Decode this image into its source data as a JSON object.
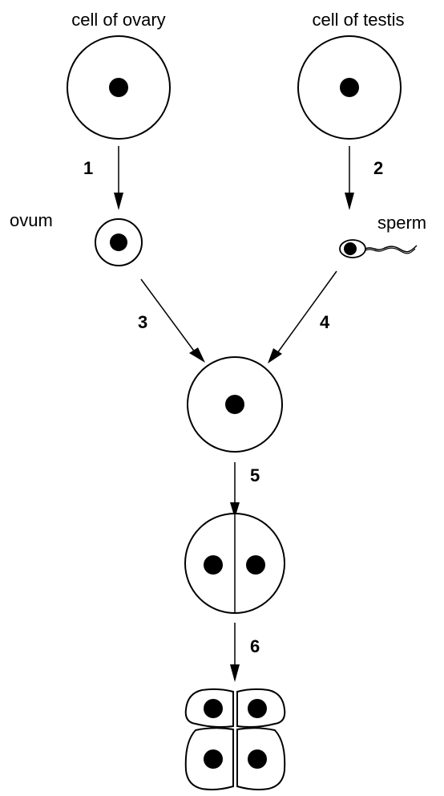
{
  "labels": {
    "ovary_cell": "cell of ovary",
    "testis_cell": "cell of testis",
    "ovum": "ovum",
    "sperm": "sperm"
  },
  "steps": [
    "1",
    "2",
    "3",
    "4",
    "5",
    "6"
  ]
}
